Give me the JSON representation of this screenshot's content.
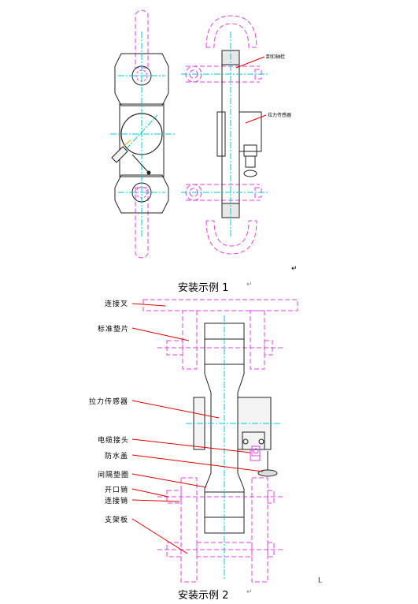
{
  "figure1": {
    "caption": "安装示例 1",
    "labels": [
      "卸扣轴栓",
      "拉力传感器"
    ]
  },
  "figure2": {
    "caption": "安装示例 2",
    "labels": [
      "连接叉",
      "标准垫片",
      "拉力传感器",
      "电缆接头",
      "防水盖",
      "间隔垫圈",
      "开口销",
      "连接销",
      "支架板"
    ]
  },
  "marks": {
    "return_mark_1": "↵",
    "return_mark_2": "↵",
    "return_mark_3": "↵",
    "cursor_mark": "l."
  },
  "colors": {
    "magenta": "#e040e0",
    "cyan": "#00c8d8",
    "red": "#e00000",
    "black": "#000000"
  }
}
